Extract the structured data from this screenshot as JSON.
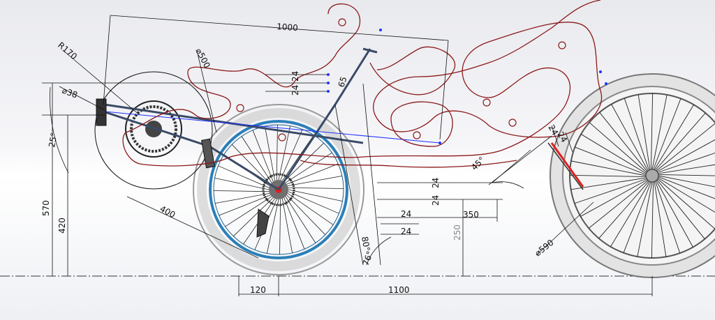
{
  "colors": {
    "background": "#f2f3f6",
    "dimension_line": "#111111",
    "sketch_curve": "#8b1a1a",
    "rim_blue": "#2b7fb8",
    "tire_grey": "#bdbdbd",
    "highlight_red": "#e02020"
  },
  "dimensions": {
    "length_1000": "1000",
    "radius_170": "R170",
    "diameter_500": "⌀500",
    "diameter_38": "⌀38",
    "gap_24_a": "24",
    "gap_24_b": "24",
    "angle_25": "25°",
    "height_570": "570",
    "height_420": "420",
    "length_400": "400",
    "length_65": "65",
    "gap_24_c": "24",
    "gap_24_d": "24",
    "angle_45": "45°",
    "gap_24_e": "24",
    "gap_24_f": "24",
    "length_350": "350",
    "height_250": "250",
    "angle_80": "80°",
    "angle_76": "76°",
    "gap_24_g": "24",
    "gap_24_h": "24",
    "diameter_590": "⌀590",
    "length_120": "120",
    "length_1100": "1100"
  }
}
